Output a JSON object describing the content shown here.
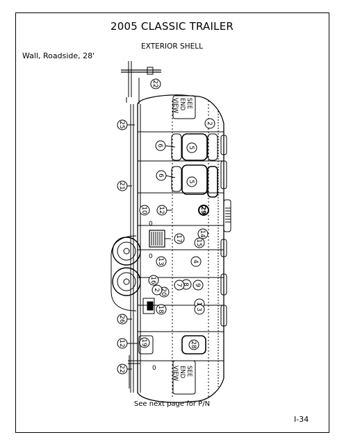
{
  "header": {
    "title": "2005 CLASSIC TRAILER",
    "subtitle": "EXTERIOR SHELL",
    "wall_label": "Wall, Roadside, 28'"
  },
  "drawing": {
    "see_end_view_top": [
      "SEE",
      "END",
      "VIEW"
    ],
    "see_end_view_bottom": [
      "SEE",
      "END",
      "VIEW"
    ],
    "callouts": {
      "c22a": "22",
      "c2a": "2",
      "c25a": "25",
      "c6a": "6",
      "c5a": "5",
      "c6b": "6",
      "c5b": "5",
      "c21": "21",
      "c29": "29",
      "c10": "10",
      "c12a": "12",
      "c14": "14",
      "c17": "17",
      "c15": "15",
      "c13": "13",
      "c4": "4",
      "c9": "9",
      "c16": "16",
      "c8": "8",
      "c7": "7",
      "c20": "20",
      "c2b": "2",
      "c1": "1",
      "c3": "3",
      "c18": "18",
      "c26": "26",
      "c12b": "12",
      "c19": "19",
      "c28": "28",
      "c22b": "22"
    },
    "zero_marks": [
      "0",
      "0",
      "0"
    ]
  },
  "footer": {
    "note": "See next page for P/N",
    "page_number": "I-34"
  }
}
